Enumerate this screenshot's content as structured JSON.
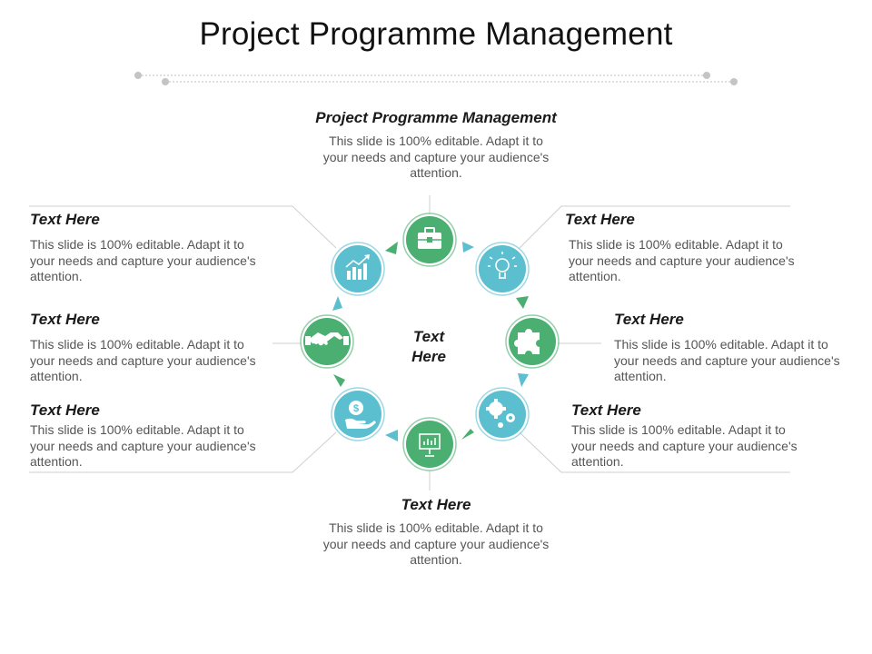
{
  "title": "Project Programme Management",
  "center": [
    "Text",
    "Here"
  ],
  "blocks": {
    "top": {
      "heading": "Project Programme Management",
      "body": "This slide is 100% editable. Adapt it to your needs and capture your audience's attention."
    },
    "left1": {
      "heading": "Text Here",
      "body": "This slide is 100% editable. Adapt it to your needs and capture your audience's attention."
    },
    "left2": {
      "heading": "Text Here",
      "body": "This slide is 100% editable. Adapt it to your needs and capture your audience's attention."
    },
    "left3": {
      "heading": "Text Here",
      "body": "This slide is 100% editable. Adapt it to your needs and capture your audience's attention."
    },
    "right1": {
      "heading": "Text Here",
      "body": "This slide is 100% editable. Adapt it to your needs and capture your audience's attention."
    },
    "right2": {
      "heading": "Text Here",
      "body": "This slide is 100% editable. Adapt it to your needs and capture your audience's attention."
    },
    "right3": {
      "heading": "Text Here",
      "body": "This slide is 100% editable. Adapt it to your needs and capture your audience's attention."
    },
    "bottom": {
      "heading": "Text Here",
      "body": "This slide is 100% editable. Adapt it to your needs and capture your audience's attention."
    }
  },
  "nodes": [
    {
      "icon": "briefcase-icon",
      "color": "#4caf72"
    },
    {
      "icon": "lightbulb-icon",
      "color": "#5bbfcf"
    },
    {
      "icon": "puzzle-icon",
      "color": "#4caf72"
    },
    {
      "icon": "gears-icon",
      "color": "#5bbfcf"
    },
    {
      "icon": "presentation-chart-icon",
      "color": "#4caf72"
    },
    {
      "icon": "money-hand-icon",
      "color": "#5bbfcf"
    },
    {
      "icon": "handshake-icon",
      "color": "#4caf72"
    },
    {
      "icon": "bar-chart-growth-icon",
      "color": "#5bbfcf"
    }
  ],
  "colors": {
    "green": "#4caf72",
    "teal": "#5bbfcf",
    "line": "#cccccc"
  }
}
